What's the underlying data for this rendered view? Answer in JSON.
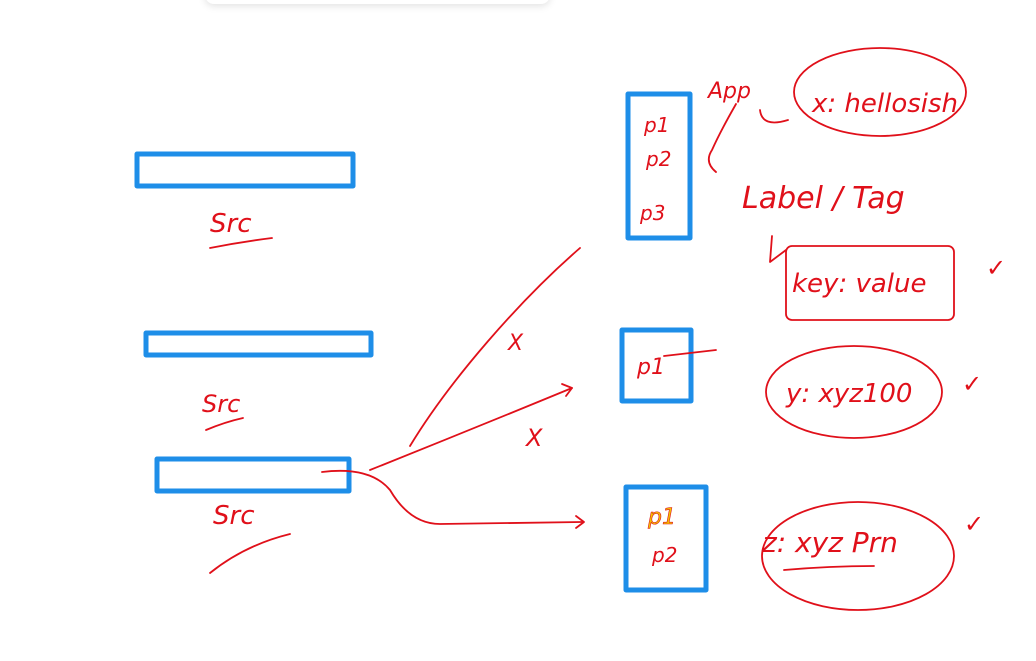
{
  "colors": {
    "box": "#1e8ee8",
    "ink": "#e0101a",
    "highlight": "#f2c200",
    "background": "#ffffff"
  },
  "sources": [
    {
      "label": "Src"
    },
    {
      "label": "Src"
    },
    {
      "label": "Src"
    }
  ],
  "targets": [
    {
      "lines": [
        "p1",
        "p2",
        "p3"
      ]
    },
    {
      "lines": [
        "p1"
      ]
    },
    {
      "lines": [
        "p1",
        "p2"
      ]
    }
  ],
  "connections": [
    {
      "label": "X"
    },
    {
      "label": "X"
    },
    {
      "label": ""
    }
  ],
  "annotations": {
    "app": "App",
    "label_tag": "Label / Tag",
    "pairs": [
      {
        "text": "x: hellosish",
        "check": ""
      },
      {
        "text": "key: value",
        "check": "✓"
      },
      {
        "text": "y: xyz100",
        "check": "✓"
      },
      {
        "text": "z: xyz Prn",
        "check": "✓"
      }
    ]
  }
}
